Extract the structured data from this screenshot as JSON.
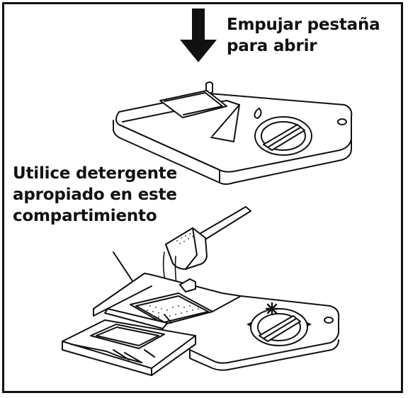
{
  "labels": {
    "push_tab": [
      "Empujar pestaña",
      "para abrir"
    ],
    "detergent": [
      "Utilice detergente",
      "apropiado en este",
      "compartimiento"
    ]
  },
  "icons": {
    "push_arrow": "arrow-down-icon",
    "rinse_aid_symbol": "asterisk-icon"
  },
  "colors": {
    "ink": "#111111",
    "background": "#ffffff",
    "speckle": "#555555"
  }
}
